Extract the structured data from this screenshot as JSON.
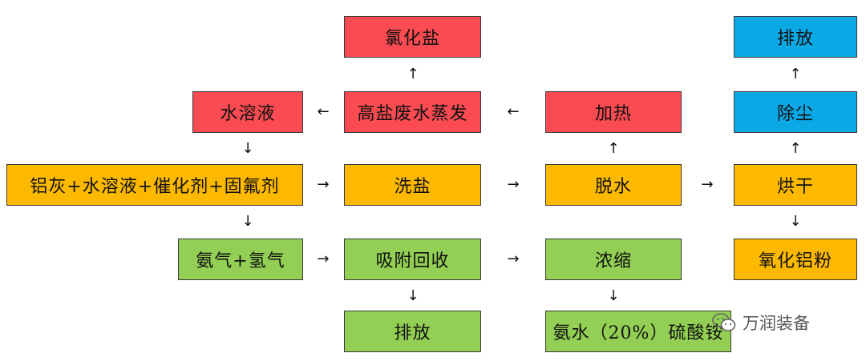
{
  "nodes": {
    "chloride_salt": "氯化盐",
    "aqueous_solution": "水溶液",
    "high_salt_evaporation": "高盐废水蒸发",
    "heating": "加热",
    "discharge_top": "排放",
    "dust_removal": "除尘",
    "mixture": "铝灰+水溶液+催化剂+固氟剂",
    "washing_salt": "洗盐",
    "dehydration": "脱水",
    "drying": "烘干",
    "ammonia_hydrogen": "氨气+氢气",
    "adsorption_recovery": "吸附回收",
    "concentration": "浓缩",
    "alumina_powder": "氧化铝粉",
    "discharge_bottom": "排放",
    "ammonia_water_sulfate": "氨水（20%）硫酸铵"
  },
  "arrows": {
    "up": "↑",
    "down": "↓",
    "left": "←",
    "right": "→"
  },
  "watermark": {
    "text": "万润装备",
    "icon": "wechat-icon"
  },
  "colors": {
    "red": "#fa4b52",
    "blue": "#0ba8e6",
    "amber": "#fcb900",
    "green": "#92cf54"
  }
}
